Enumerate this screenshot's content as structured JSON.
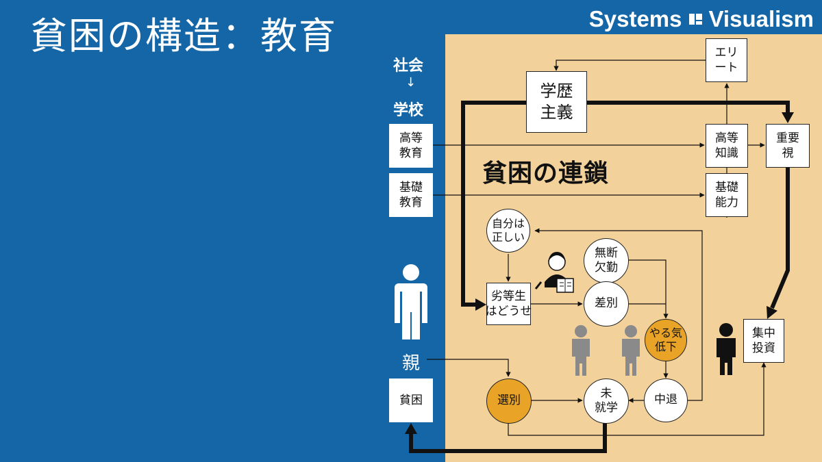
{
  "title": "貧困の構造：教育",
  "brand": {
    "left": "Systems",
    "right": "Visualism"
  },
  "labels": {
    "society": "社会",
    "arrow": "↓",
    "school": "学校",
    "parent": "親",
    "chain": "貧困の連鎖"
  },
  "boxes": {
    "higher_edu": "高等\n教育",
    "basic_edu": "基礎\n教育",
    "poverty": "貧困",
    "academism": "学歴\n主義",
    "elite": "エリ\nート",
    "higher_knowledge": "高等\n知識",
    "basic_ability": "基礎\n能力",
    "emphasis": "重要\n視",
    "concentrated_investment": "集中\n投資",
    "poor_student": "劣等生\nはどうせ"
  },
  "circles": {
    "self_right": "自分は\n正しい",
    "absence": "無断\n欠勤",
    "discrimination": "差別",
    "low_motivation": "やる気\n低下",
    "selection": "選別",
    "unschooled": "未\n就学",
    "dropout": "中退"
  },
  "colors": {
    "background": "#1566a6",
    "panel": "#f3d19b",
    "highlight": "#e9a428",
    "figure_gray": "#8a8a8a"
  },
  "icons": [
    "parent-person-icon",
    "teacher-icon",
    "student-person-icon",
    "elite-person-icon",
    "brand-logo-icon"
  ]
}
